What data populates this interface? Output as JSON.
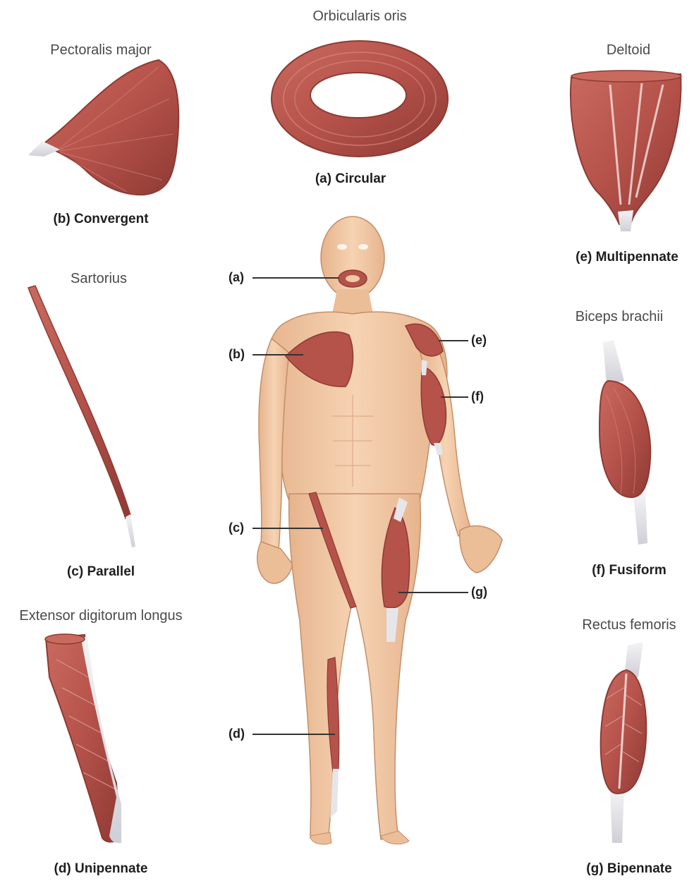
{
  "muscles": {
    "circular": {
      "name": "Orbicularis oris",
      "caption": "(a) Circular"
    },
    "convergent": {
      "name": "Pectoralis major",
      "caption": "(b) Convergent"
    },
    "parallel": {
      "name": "Sartorius",
      "caption": "(c) Parallel"
    },
    "unipennate": {
      "name": "Extensor digitorum longus",
      "caption": "(d) Unipennate"
    },
    "multipennate": {
      "name": "Deltoid",
      "caption": "(e) Multipennate"
    },
    "fusiform": {
      "name": "Biceps brachii",
      "caption": "(f) Fusiform"
    },
    "bipennate": {
      "name": "Rectus femoris",
      "caption": "(g) Bipennate"
    }
  },
  "body_keys": {
    "a": "(a)",
    "b": "(b)",
    "c": "(c)",
    "d": "(d)",
    "e": "(e)",
    "f": "(f)",
    "g": "(g)"
  },
  "colors": {
    "muscle": "#b5524a",
    "muscle_dark": "#8e3a34",
    "tendon": "#e6e6ea",
    "skin": "#f1c9a5",
    "skin_shadow": "#e0ad86",
    "leader": "#333333"
  }
}
